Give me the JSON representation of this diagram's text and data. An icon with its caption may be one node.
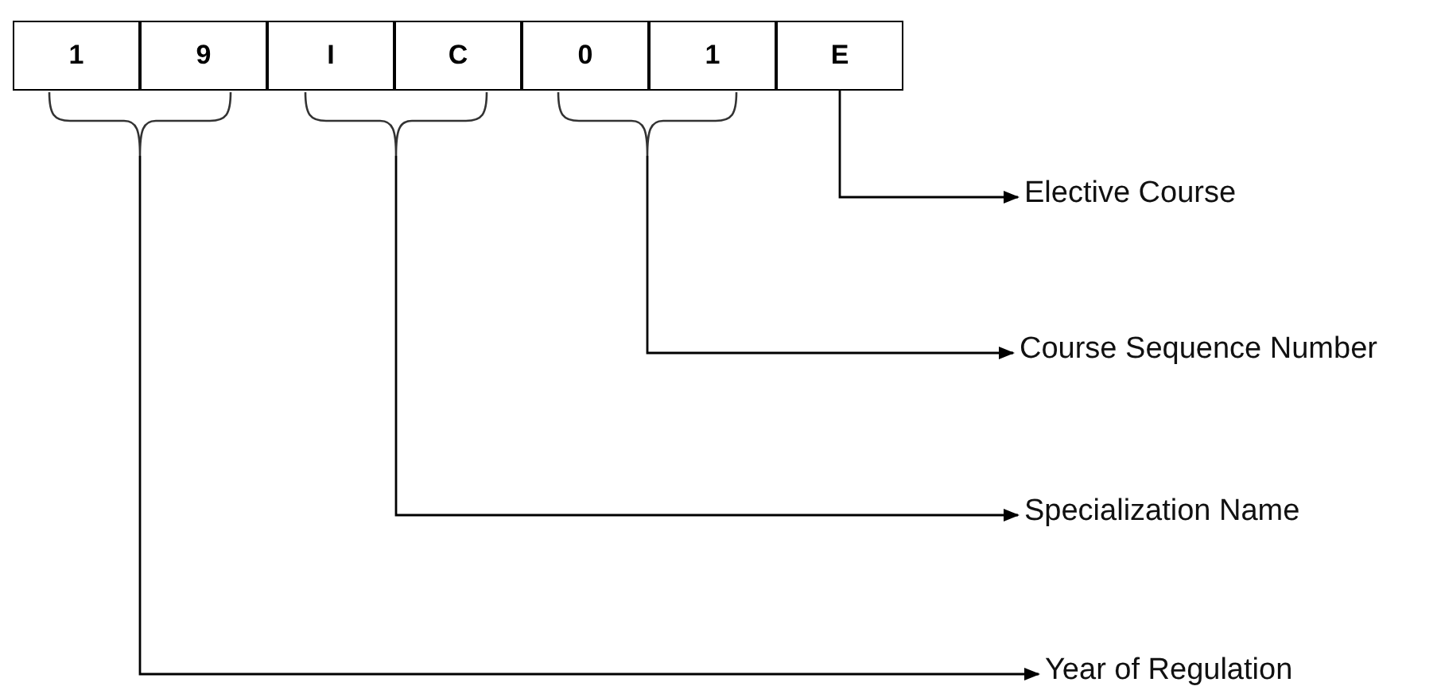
{
  "diagram": {
    "nodes": [
      {
        "text": [
          "1"
        ]
      },
      {
        "text": [
          "9"
        ]
      },
      {
        "text": [
          "I"
        ]
      },
      {
        "text": [
          "C"
        ]
      },
      {
        "text": [
          "0"
        ]
      },
      {
        "text": [
          "1"
        ]
      },
      {
        "text": [
          "E"
        ]
      },
      {
        "text": [],
        "shape": "brace"
      },
      {
        "text": [],
        "shape": "brace"
      },
      {
        "text": [],
        "shape": "brace"
      },
      {
        "text": [
          "Elective Course"
        ]
      },
      {
        "text": [
          "Course Sequence Number"
        ]
      },
      {
        "text": [
          "Specialization Name"
        ]
      },
      {
        "text": [
          "Year of Regulation"
        ]
      }
    ],
    "edges": [
      {
        "from": 6,
        "to": 10,
        "arrow": "to"
      },
      {
        "from": 9,
        "to": 11,
        "arrow": "to"
      },
      {
        "from": 8,
        "to": 12,
        "arrow": "to"
      },
      {
        "from": 7,
        "to": 13,
        "arrow": "to"
      }
    ]
  }
}
